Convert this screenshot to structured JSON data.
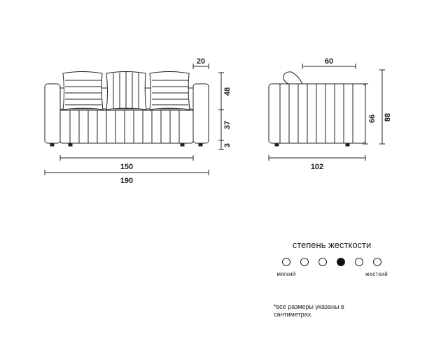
{
  "front_view": {
    "dim_armrest": "20",
    "dim_back_height": "48",
    "dim_seat_height": "37",
    "dim_leg_height": "3",
    "dim_seat_width": "150",
    "dim_total_width": "190"
  },
  "side_view": {
    "dim_seat_depth": "60",
    "dim_depth": "102",
    "dim_seat_level": "66",
    "dim_total_height": "88"
  },
  "firmness": {
    "title": "степень жесткости",
    "label_soft": "мягкий",
    "label_hard": "жесткий",
    "levels": 6,
    "selected": 4
  },
  "note": {
    "line1": "*все размеры указаны в",
    "line2": "сантиметрах."
  }
}
